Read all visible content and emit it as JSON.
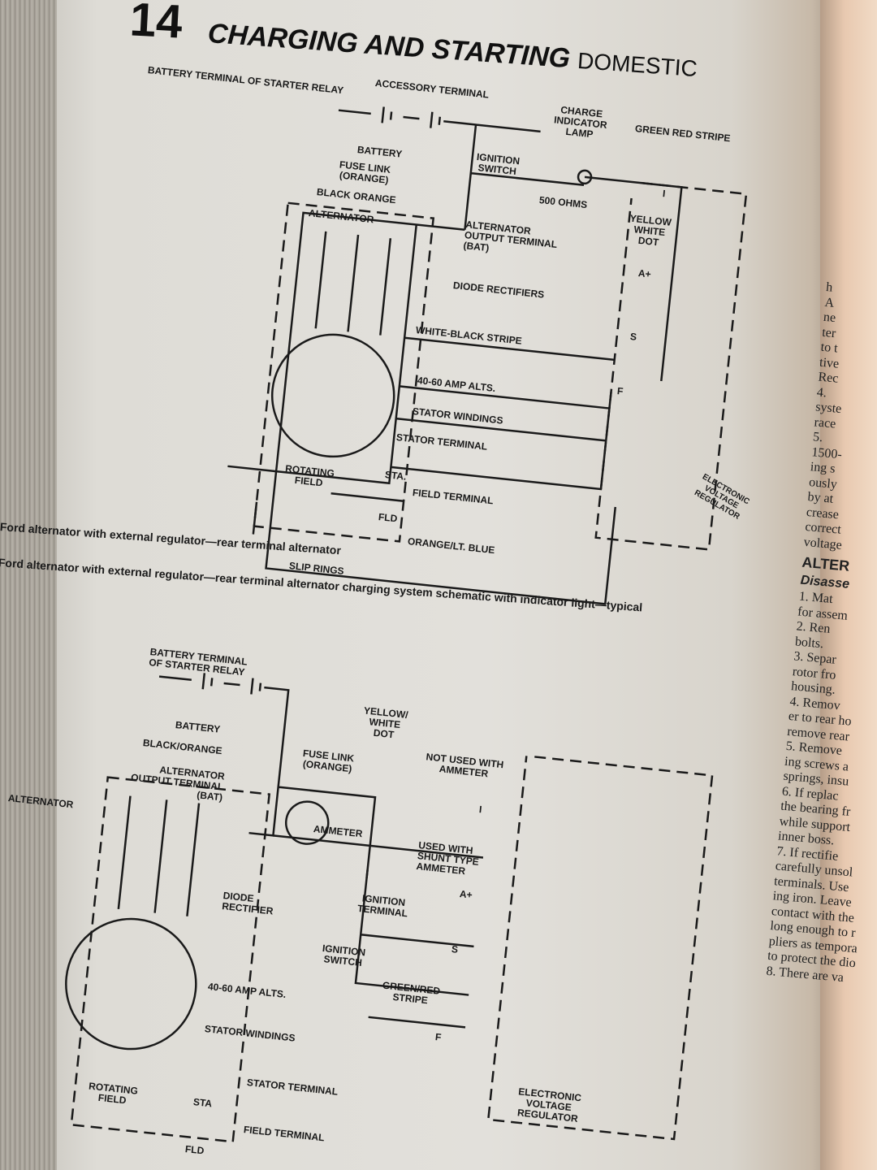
{
  "header": {
    "chapter": "14",
    "title": "CHARGING AND STARTING",
    "subtitle": "DOMESTIC"
  },
  "diagram1": {
    "labels": [
      "BATTERY TERMINAL OF STARTER RELAY",
      "ACCESSORY TERMINAL",
      "CHARGE INDICATOR LAMP",
      "GREEN RED STRIPE",
      "BATTERY",
      "IGNITION SWITCH",
      "FUSE LINK (ORANGE)",
      "BLACK ORANGE",
      "500 OHMS",
      "ALTERNATOR",
      "ALTERNATOR OUTPUT TERMINAL (BAT)",
      "YELLOW WHITE DOT",
      "A+",
      "DIODE RECTIFIERS",
      "WHITE-BLACK STRIPE",
      "S",
      "40-60 AMP ALTS.",
      "F",
      "STATOR WINDINGS",
      "STATOR TERMINAL",
      "ROTATING FIELD",
      "STA.",
      "FIELD TERMINAL",
      "FLD",
      "ORANGE/LT. BLUE",
      "SLIP RINGS",
      "ELECTRONIC VOLTAGE REGULATOR",
      "I"
    ],
    "caption": "Ford alternator with external regulator—rear terminal alternator charging system schematic with indicator light—typical",
    "caption_left": "Ford alternator with external regulator—rear terminal alternator"
  },
  "diagram2": {
    "labels": [
      "BATTERY TERMINAL OF STARTER RELAY",
      "BATTERY",
      "YELLOW/ WHITE DOT",
      "BLACK/ORANGE",
      "FUSE LINK (ORANGE)",
      "NOT USED WITH AMMETER",
      "ALTERNATOR OUTPUT TERMINAL (BAT)",
      "ALTERNATOR",
      "AMMETER",
      "USED WITH SHUNT TYPE AMMETER",
      "A+",
      "DIODE RECTIFIER",
      "IGNITION TERMINAL",
      "IGNITION SWITCH",
      "S",
      "40-60 AMP ALTS.",
      "GREEN/RED STRIPE",
      "F",
      "STATOR WINDINGS",
      "STATOR TERMINAL",
      "ROTATING FIELD",
      "STA",
      "FIELD TERMINAL",
      "FLD",
      "ELECTRONIC VOLTAGE REGULATOR",
      "I"
    ]
  },
  "right_column": {
    "lines_top": [
      "",
      "h",
      "A",
      "ne",
      "",
      "ter",
      "to t",
      "tive",
      "Rec",
      "4.",
      "syste",
      "race",
      "5.",
      "1500-",
      "ing s",
      "ously",
      "by at",
      "crease",
      "correct",
      "voltage"
    ],
    "heading": "ALTER",
    "subheading": "Disasse",
    "lines_bottom": [
      "1. Mat",
      "for assem",
      "2. Ren",
      "bolts.",
      "3. Separ",
      "rotor fro",
      "housing.",
      "4. Remov",
      "er to rear ho",
      "remove rear",
      "5. Remove",
      "ing screws a",
      "springs, insu",
      "6. If replac",
      "the bearing fr",
      "while support",
      "inner boss.",
      "7. If rectifie",
      "carefully unsol",
      "terminals. Use",
      "ing iron. Leave",
      "contact with the",
      "long enough to r",
      "pliers as tempora",
      "to protect the dio",
      "8. There are va"
    ]
  }
}
